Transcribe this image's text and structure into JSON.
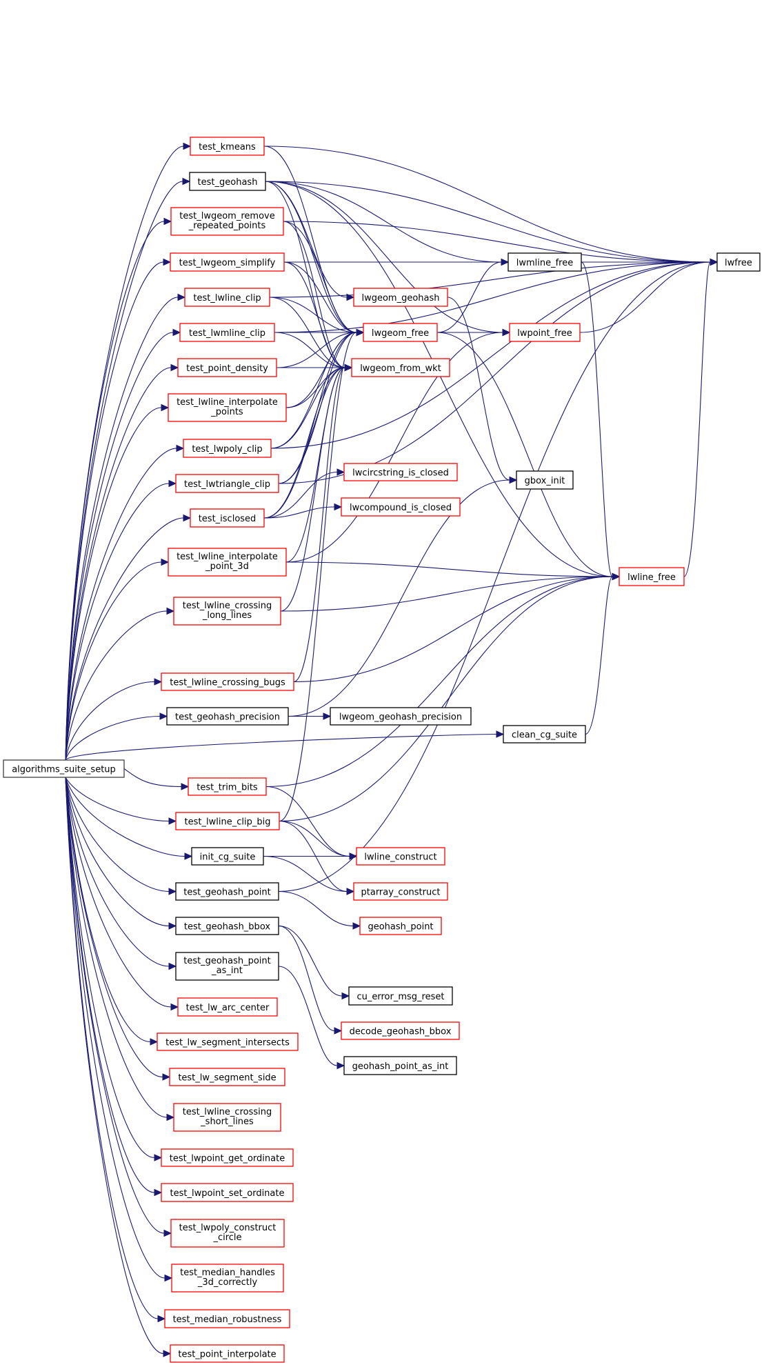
{
  "colors": {
    "edge": "#191970",
    "root_fill": "#bfbfbf",
    "root_border": "#404040",
    "documented_border": "#000000",
    "undocumented_border": "#ff0000"
  },
  "diagram": {
    "root": "algorithms_suite_setup",
    "nodes": [
      {
        "id": "root",
        "label": [
          "algorithms_suite_setup"
        ],
        "style": "root"
      },
      {
        "id": "test_kmeans",
        "label": [
          "test_kmeans"
        ],
        "style": "red"
      },
      {
        "id": "test_geohash",
        "label": [
          "test_geohash"
        ],
        "style": "black"
      },
      {
        "id": "test_lwgeom_remove_repeated_points",
        "label": [
          "test_lwgeom_remove",
          "_repeated_points"
        ],
        "style": "red"
      },
      {
        "id": "test_lwgeom_simplify",
        "label": [
          "test_lwgeom_simplify"
        ],
        "style": "red"
      },
      {
        "id": "test_lwline_clip",
        "label": [
          "test_lwline_clip"
        ],
        "style": "red"
      },
      {
        "id": "test_lwmline_clip",
        "label": [
          "test_lwmline_clip"
        ],
        "style": "red"
      },
      {
        "id": "test_point_density",
        "label": [
          "test_point_density"
        ],
        "style": "red"
      },
      {
        "id": "test_lwline_interpolate_points",
        "label": [
          "test_lwline_interpolate",
          "_points"
        ],
        "style": "red"
      },
      {
        "id": "test_lwpoly_clip",
        "label": [
          "test_lwpoly_clip"
        ],
        "style": "red"
      },
      {
        "id": "test_lwtriangle_clip",
        "label": [
          "test_lwtriangle_clip"
        ],
        "style": "red"
      },
      {
        "id": "test_isclosed",
        "label": [
          "test_isclosed"
        ],
        "style": "red"
      },
      {
        "id": "test_lwline_interpolate_point_3d",
        "label": [
          "test_lwline_interpolate",
          "_point_3d"
        ],
        "style": "red"
      },
      {
        "id": "test_lwline_crossing_long_lines",
        "label": [
          "test_lwline_crossing",
          "_long_lines"
        ],
        "style": "red"
      },
      {
        "id": "test_lwline_crossing_bugs",
        "label": [
          "test_lwline_crossing_bugs"
        ],
        "style": "red"
      },
      {
        "id": "test_geohash_precision",
        "label": [
          "test_geohash_precision"
        ],
        "style": "black"
      },
      {
        "id": "test_trim_bits",
        "label": [
          "test_trim_bits"
        ],
        "style": "red"
      },
      {
        "id": "test_lwline_clip_big",
        "label": [
          "test_lwline_clip_big"
        ],
        "style": "red"
      },
      {
        "id": "init_cg_suite",
        "label": [
          "init_cg_suite"
        ],
        "style": "black"
      },
      {
        "id": "test_geohash_point",
        "label": [
          "test_geohash_point"
        ],
        "style": "black"
      },
      {
        "id": "test_geohash_bbox",
        "label": [
          "test_geohash_bbox"
        ],
        "style": "black"
      },
      {
        "id": "test_geohash_point_as_int",
        "label": [
          "test_geohash_point",
          "_as_int"
        ],
        "style": "black"
      },
      {
        "id": "test_lw_arc_center",
        "label": [
          "test_lw_arc_center"
        ],
        "style": "red"
      },
      {
        "id": "test_lw_segment_intersects",
        "label": [
          "test_lw_segment_intersects"
        ],
        "style": "red"
      },
      {
        "id": "test_lw_segment_side",
        "label": [
          "test_lw_segment_side"
        ],
        "style": "red"
      },
      {
        "id": "test_lwline_crossing_short_lines",
        "label": [
          "test_lwline_crossing",
          "_short_lines"
        ],
        "style": "red"
      },
      {
        "id": "test_lwpoint_get_ordinate",
        "label": [
          "test_lwpoint_get_ordinate"
        ],
        "style": "red"
      },
      {
        "id": "test_lwpoint_set_ordinate",
        "label": [
          "test_lwpoint_set_ordinate"
        ],
        "style": "red"
      },
      {
        "id": "test_lwpoly_construct_circle",
        "label": [
          "test_lwpoly_construct",
          "_circle"
        ],
        "style": "red"
      },
      {
        "id": "test_median_handles_3d_correctly",
        "label": [
          "test_median_handles",
          "_3d_correctly"
        ],
        "style": "red"
      },
      {
        "id": "test_median_robustness",
        "label": [
          "test_median_robustness"
        ],
        "style": "red"
      },
      {
        "id": "test_point_interpolate",
        "label": [
          "test_point_interpolate"
        ],
        "style": "red"
      },
      {
        "id": "lwgeom_geohash",
        "label": [
          "lwgeom_geohash"
        ],
        "style": "red"
      },
      {
        "id": "lwgeom_free",
        "label": [
          "lwgeom_free"
        ],
        "style": "red"
      },
      {
        "id": "lwgeom_from_wkt",
        "label": [
          "lwgeom_from_wkt"
        ],
        "style": "red"
      },
      {
        "id": "lwcircstring_is_closed",
        "label": [
          "lwcircstring_is_closed"
        ],
        "style": "red"
      },
      {
        "id": "lwcompound_is_closed",
        "label": [
          "lwcompound_is_closed"
        ],
        "style": "red"
      },
      {
        "id": "lwgeom_geohash_precision",
        "label": [
          "lwgeom_geohash_precision"
        ],
        "style": "black"
      },
      {
        "id": "lwline_construct",
        "label": [
          "lwline_construct"
        ],
        "style": "red"
      },
      {
        "id": "ptarray_construct",
        "label": [
          "ptarray_construct"
        ],
        "style": "red"
      },
      {
        "id": "geohash_point",
        "label": [
          "geohash_point"
        ],
        "style": "red"
      },
      {
        "id": "cu_error_msg_reset",
        "label": [
          "cu_error_msg_reset"
        ],
        "style": "black"
      },
      {
        "id": "decode_geohash_bbox",
        "label": [
          "decode_geohash_bbox"
        ],
        "style": "red"
      },
      {
        "id": "geohash_point_as_int",
        "label": [
          "geohash_point_as_int"
        ],
        "style": "black"
      },
      {
        "id": "lwmline_free",
        "label": [
          "lwmline_free"
        ],
        "style": "black"
      },
      {
        "id": "lwpoint_free",
        "label": [
          "lwpoint_free"
        ],
        "style": "red"
      },
      {
        "id": "gbox_init",
        "label": [
          "gbox_init"
        ],
        "style": "black"
      },
      {
        "id": "lwline_free",
        "label": [
          "lwline_free"
        ],
        "style": "red"
      },
      {
        "id": "clean_cg_suite",
        "label": [
          "clean_cg_suite"
        ],
        "style": "black"
      },
      {
        "id": "lwfree",
        "label": [
          "lwfree"
        ],
        "style": "black"
      }
    ],
    "edges": [
      [
        "root",
        "test_kmeans"
      ],
      [
        "root",
        "test_geohash"
      ],
      [
        "root",
        "test_lwgeom_remove_repeated_points"
      ],
      [
        "root",
        "test_lwgeom_simplify"
      ],
      [
        "root",
        "test_lwline_clip"
      ],
      [
        "root",
        "test_lwmline_clip"
      ],
      [
        "root",
        "test_point_density"
      ],
      [
        "root",
        "test_lwline_interpolate_points"
      ],
      [
        "root",
        "test_lwpoly_clip"
      ],
      [
        "root",
        "test_lwtriangle_clip"
      ],
      [
        "root",
        "test_isclosed"
      ],
      [
        "root",
        "test_lwline_interpolate_point_3d"
      ],
      [
        "root",
        "test_lwline_crossing_long_lines"
      ],
      [
        "root",
        "test_lwline_crossing_bugs"
      ],
      [
        "root",
        "test_geohash_precision"
      ],
      [
        "root",
        "clean_cg_suite"
      ],
      [
        "root",
        "test_trim_bits"
      ],
      [
        "root",
        "test_lwline_clip_big"
      ],
      [
        "root",
        "init_cg_suite"
      ],
      [
        "root",
        "test_geohash_point"
      ],
      [
        "root",
        "test_geohash_bbox"
      ],
      [
        "root",
        "test_geohash_point_as_int"
      ],
      [
        "root",
        "test_lw_arc_center"
      ],
      [
        "root",
        "test_lw_segment_intersects"
      ],
      [
        "root",
        "test_lw_segment_side"
      ],
      [
        "root",
        "test_lwline_crossing_short_lines"
      ],
      [
        "root",
        "test_lwpoint_get_ordinate"
      ],
      [
        "root",
        "test_lwpoint_set_ordinate"
      ],
      [
        "root",
        "test_lwpoly_construct_circle"
      ],
      [
        "root",
        "test_median_handles_3d_correctly"
      ],
      [
        "root",
        "test_median_robustness"
      ],
      [
        "root",
        "test_point_interpolate"
      ],
      [
        "test_kmeans",
        "lwfree"
      ],
      [
        "test_kmeans",
        "lwgeom_free"
      ],
      [
        "test_geohash",
        "lwfree"
      ],
      [
        "test_geohash",
        "lwmline_free"
      ],
      [
        "test_geohash",
        "lwgeom_geohash"
      ],
      [
        "test_geohash",
        "lwgeom_free"
      ],
      [
        "test_geohash",
        "lwgeom_from_wkt"
      ],
      [
        "test_geohash",
        "lwpoint_free"
      ],
      [
        "test_geohash",
        "lwline_free"
      ],
      [
        "test_lwgeom_remove_repeated_points",
        "lwfree"
      ],
      [
        "test_lwgeom_remove_repeated_points",
        "lwgeom_free"
      ],
      [
        "test_lwgeom_remove_repeated_points",
        "lwgeom_from_wkt"
      ],
      [
        "test_lwgeom_simplify",
        "lwfree"
      ],
      [
        "test_lwgeom_simplify",
        "lwgeom_free"
      ],
      [
        "test_lwgeom_simplify",
        "lwgeom_from_wkt"
      ],
      [
        "test_lwline_clip",
        "lwfree"
      ],
      [
        "test_lwline_clip",
        "lwgeom_free"
      ],
      [
        "test_lwline_clip",
        "lwgeom_from_wkt"
      ],
      [
        "test_lwmline_clip",
        "lwfree"
      ],
      [
        "test_lwmline_clip",
        "lwgeom_free"
      ],
      [
        "test_lwmline_clip",
        "lwgeom_from_wkt"
      ],
      [
        "test_point_density",
        "lwgeom_free"
      ],
      [
        "test_point_density",
        "lwgeom_from_wkt"
      ],
      [
        "test_lwline_interpolate_points",
        "lwgeom_free"
      ],
      [
        "test_lwline_interpolate_points",
        "lwgeom_from_wkt"
      ],
      [
        "test_lwpoly_clip",
        "lwfree"
      ],
      [
        "test_lwpoly_clip",
        "lwgeom_free"
      ],
      [
        "test_lwpoly_clip",
        "lwgeom_from_wkt"
      ],
      [
        "test_lwtriangle_clip",
        "lwfree"
      ],
      [
        "test_lwtriangle_clip",
        "lwgeom_free"
      ],
      [
        "test_lwtriangle_clip",
        "lwgeom_from_wkt"
      ],
      [
        "test_isclosed",
        "lwgeom_free"
      ],
      [
        "test_isclosed",
        "lwgeom_from_wkt"
      ],
      [
        "test_isclosed",
        "lwcircstring_is_closed"
      ],
      [
        "test_isclosed",
        "lwcompound_is_closed"
      ],
      [
        "test_lwline_interpolate_point_3d",
        "lwgeom_from_wkt"
      ],
      [
        "test_lwline_interpolate_point_3d",
        "lwpoint_free"
      ],
      [
        "test_lwline_interpolate_point_3d",
        "lwline_free"
      ],
      [
        "test_lwline_crossing_long_lines",
        "lwgeom_from_wkt"
      ],
      [
        "test_lwline_crossing_long_lines",
        "lwline_free"
      ],
      [
        "test_lwline_crossing_bugs",
        "lwgeom_from_wkt"
      ],
      [
        "test_lwline_crossing_bugs",
        "lwline_free"
      ],
      [
        "test_geohash_precision",
        "lwgeom_geohash_precision"
      ],
      [
        "test_geohash_precision",
        "gbox_init"
      ],
      [
        "test_trim_bits",
        "lwline_free"
      ],
      [
        "test_trim_bits",
        "lwline_construct"
      ],
      [
        "test_lwline_clip_big",
        "lwgeom_free"
      ],
      [
        "test_lwline_clip_big",
        "lwline_free"
      ],
      [
        "test_lwline_clip_big",
        "lwline_construct"
      ],
      [
        "test_lwline_clip_big",
        "ptarray_construct"
      ],
      [
        "init_cg_suite",
        "lwline_construct"
      ],
      [
        "init_cg_suite",
        "ptarray_construct"
      ],
      [
        "test_geohash_point",
        "geohash_point"
      ],
      [
        "test_geohash_point",
        "lwfree"
      ],
      [
        "test_geohash_bbox",
        "cu_error_msg_reset"
      ],
      [
        "test_geohash_bbox",
        "decode_geohash_bbox"
      ],
      [
        "test_geohash_point_as_int",
        "geohash_point_as_int"
      ],
      [
        "lwgeom_geohash",
        "gbox_init"
      ],
      [
        "lwgeom_free",
        "lwmline_free"
      ],
      [
        "lwgeom_free",
        "lwpoint_free"
      ],
      [
        "lwgeom_free",
        "lwline_free"
      ],
      [
        "lwmline_free",
        "lwfree"
      ],
      [
        "lwmline_free",
        "lwline_free"
      ],
      [
        "lwpoint_free",
        "lwfree"
      ],
      [
        "lwline_free",
        "lwfree"
      ],
      [
        "clean_cg_suite",
        "lwline_free"
      ]
    ]
  }
}
